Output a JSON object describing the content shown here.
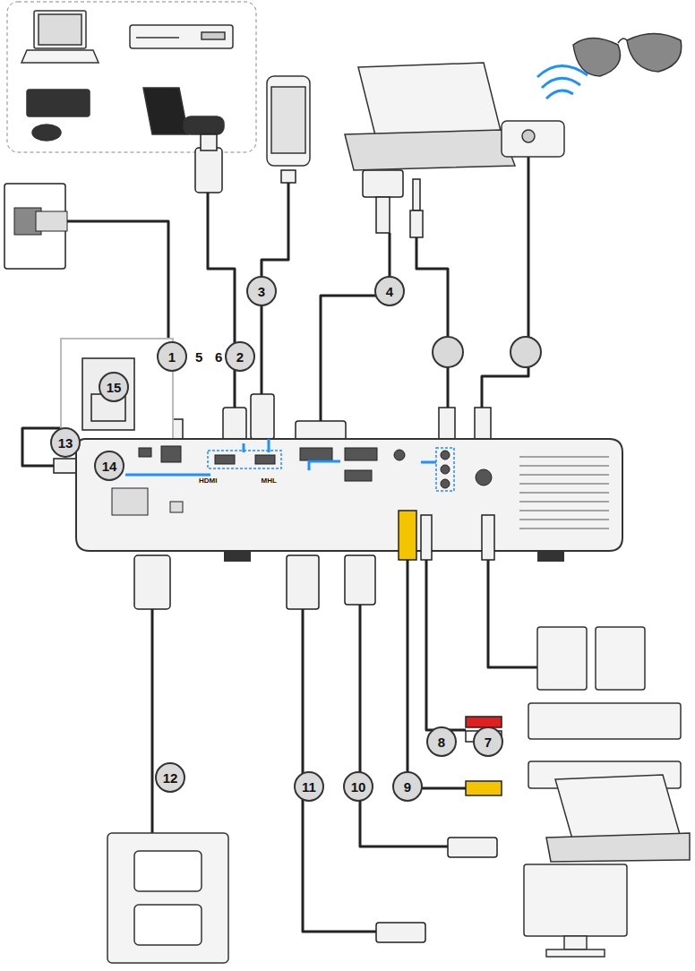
{
  "diagram": {
    "nodes": [
      {
        "text": [
          "3"
        ]
      },
      {
        "text": [
          "4"
        ]
      },
      {
        "text": [
          "1"
        ]
      },
      {
        "text": [
          "2"
        ]
      },
      {
        "text": [
          "15"
        ]
      },
      {
        "text": [
          "13"
        ]
      },
      {
        "text": [
          "14"
        ]
      },
      {
        "text": [
          "8"
        ]
      },
      {
        "text": [
          "7"
        ]
      },
      {
        "text": [
          "12"
        ]
      },
      {
        "text": [
          "11"
        ]
      },
      {
        "text": [
          "10"
        ]
      },
      {
        "text": [
          "9"
        ]
      }
    ],
    "labels": [
      "5",
      "6",
      "HDMI",
      "MHL"
    ]
  }
}
